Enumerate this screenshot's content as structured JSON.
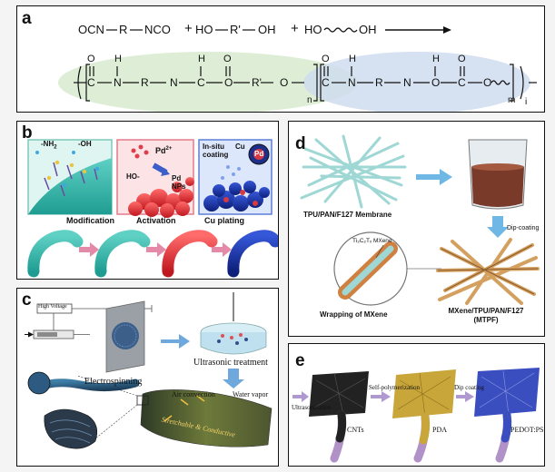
{
  "panel_a": {
    "label": "a",
    "reactants": {
      "r1": "OCN",
      "r2": "R",
      "r3": "NCO",
      "plus1": "+",
      "r4": "HO",
      "r5": "R'",
      "r6": "OH",
      "plus2": "+",
      "r7": "HO",
      "r8": "OH"
    },
    "chain": [
      "C",
      "N",
      "R",
      "N",
      "C",
      "O",
      "R'",
      "O",
      "C",
      "N",
      "R",
      "N",
      "C",
      "O",
      "O"
    ],
    "sub_n": "n",
    "sub_m": "m",
    "sub_i": "i",
    "o": "O",
    "h": "H"
  },
  "panel_b": {
    "label": "b",
    "box1": {
      "nh2": "-NH",
      "nh2_sub": "2",
      "oh": "-OH"
    },
    "box2": {
      "pd": "Pd",
      "pd_sup": "2+",
      "ho": "HO-",
      "pdnps": "Pd",
      "nps": "NPs"
    },
    "box3": {
      "title1": "In-situ",
      "title2": "coating",
      "cu": "Cu",
      "pd": "Pd"
    },
    "steps": [
      "Modification",
      "Activation",
      "Cu plating"
    ]
  },
  "panel_c": {
    "label": "c",
    "high_voltage": "High Voltage",
    "electrospinning": "Electrospinning",
    "ultrasonic": "Ultrasonic treatment",
    "air_convection": "Air convection",
    "water_vapor": "Water vapor",
    "stretchable": "Stretchable & Conductive"
  },
  "panel_d": {
    "label": "d",
    "membrane": "TPU/PAN/F127 Membrane",
    "dip": "Dip-coating",
    "mxene_label": "Ti₃C₂Tₓ MXene",
    "wrapping": "Wrapping of MXene",
    "product1": "MXene/TPU/PAN/F127",
    "product2": "(MTPF)"
  },
  "panel_e": {
    "label": "e",
    "ultra": "Ultrasonication",
    "selfpoly": "Self-polymerization",
    "dipcoat": "Dip coating",
    "cnts": "CNTs",
    "pda": "PDA",
    "pedot": "PEDOT:PSS"
  }
}
